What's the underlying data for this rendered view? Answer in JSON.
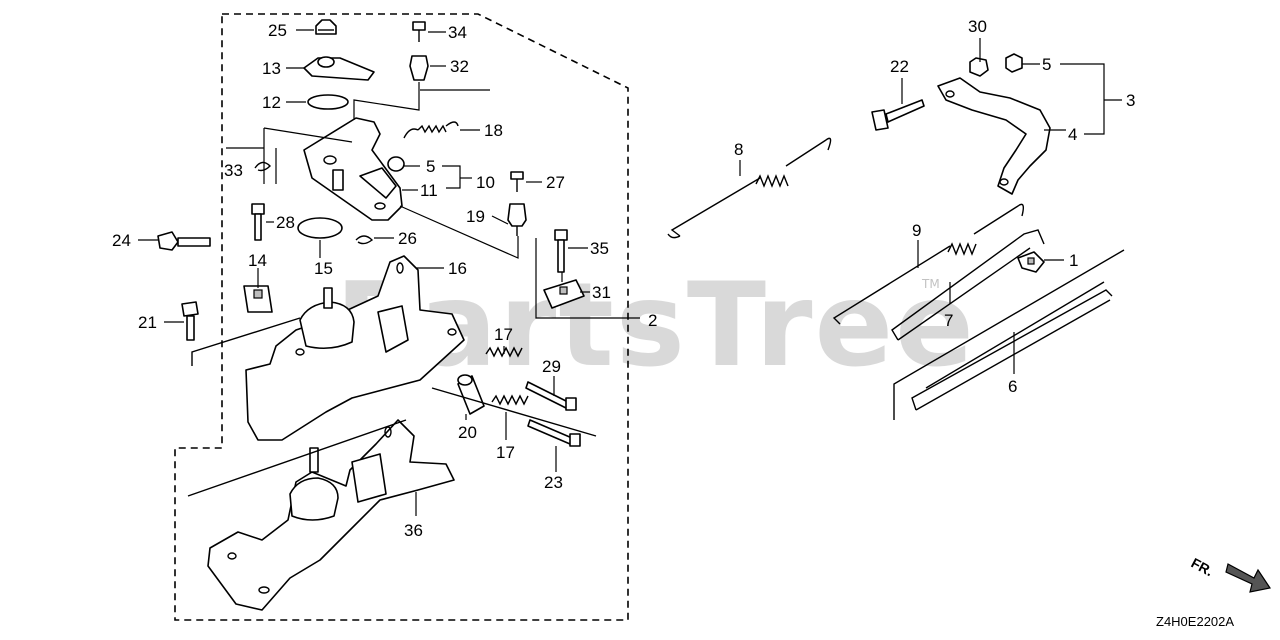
{
  "diagram": {
    "watermark": "PartsTree",
    "watermark_mark": "TM",
    "diagram_code": "Z4H0E2202A",
    "direction_label": "FR.",
    "callouts": {
      "c1": "1",
      "c2": "2",
      "c3": "3",
      "c4": "4",
      "c5a": "5",
      "c5b": "5",
      "c6": "6",
      "c7": "7",
      "c8": "8",
      "c9": "9",
      "c10": "10",
      "c11": "11",
      "c12": "12",
      "c13": "13",
      "c14": "14",
      "c15": "15",
      "c16": "16",
      "c17a": "17",
      "c17b": "17",
      "c18": "18",
      "c19": "19",
      "c20": "20",
      "c21": "21",
      "c22": "22",
      "c23": "23",
      "c24": "24",
      "c25": "25",
      "c26": "26",
      "c27": "27",
      "c28": "28",
      "c29": "29",
      "c30": "30",
      "c31": "31",
      "c32": "32",
      "c33": "33",
      "c34": "34",
      "c35": "35",
      "c36": "36"
    }
  }
}
